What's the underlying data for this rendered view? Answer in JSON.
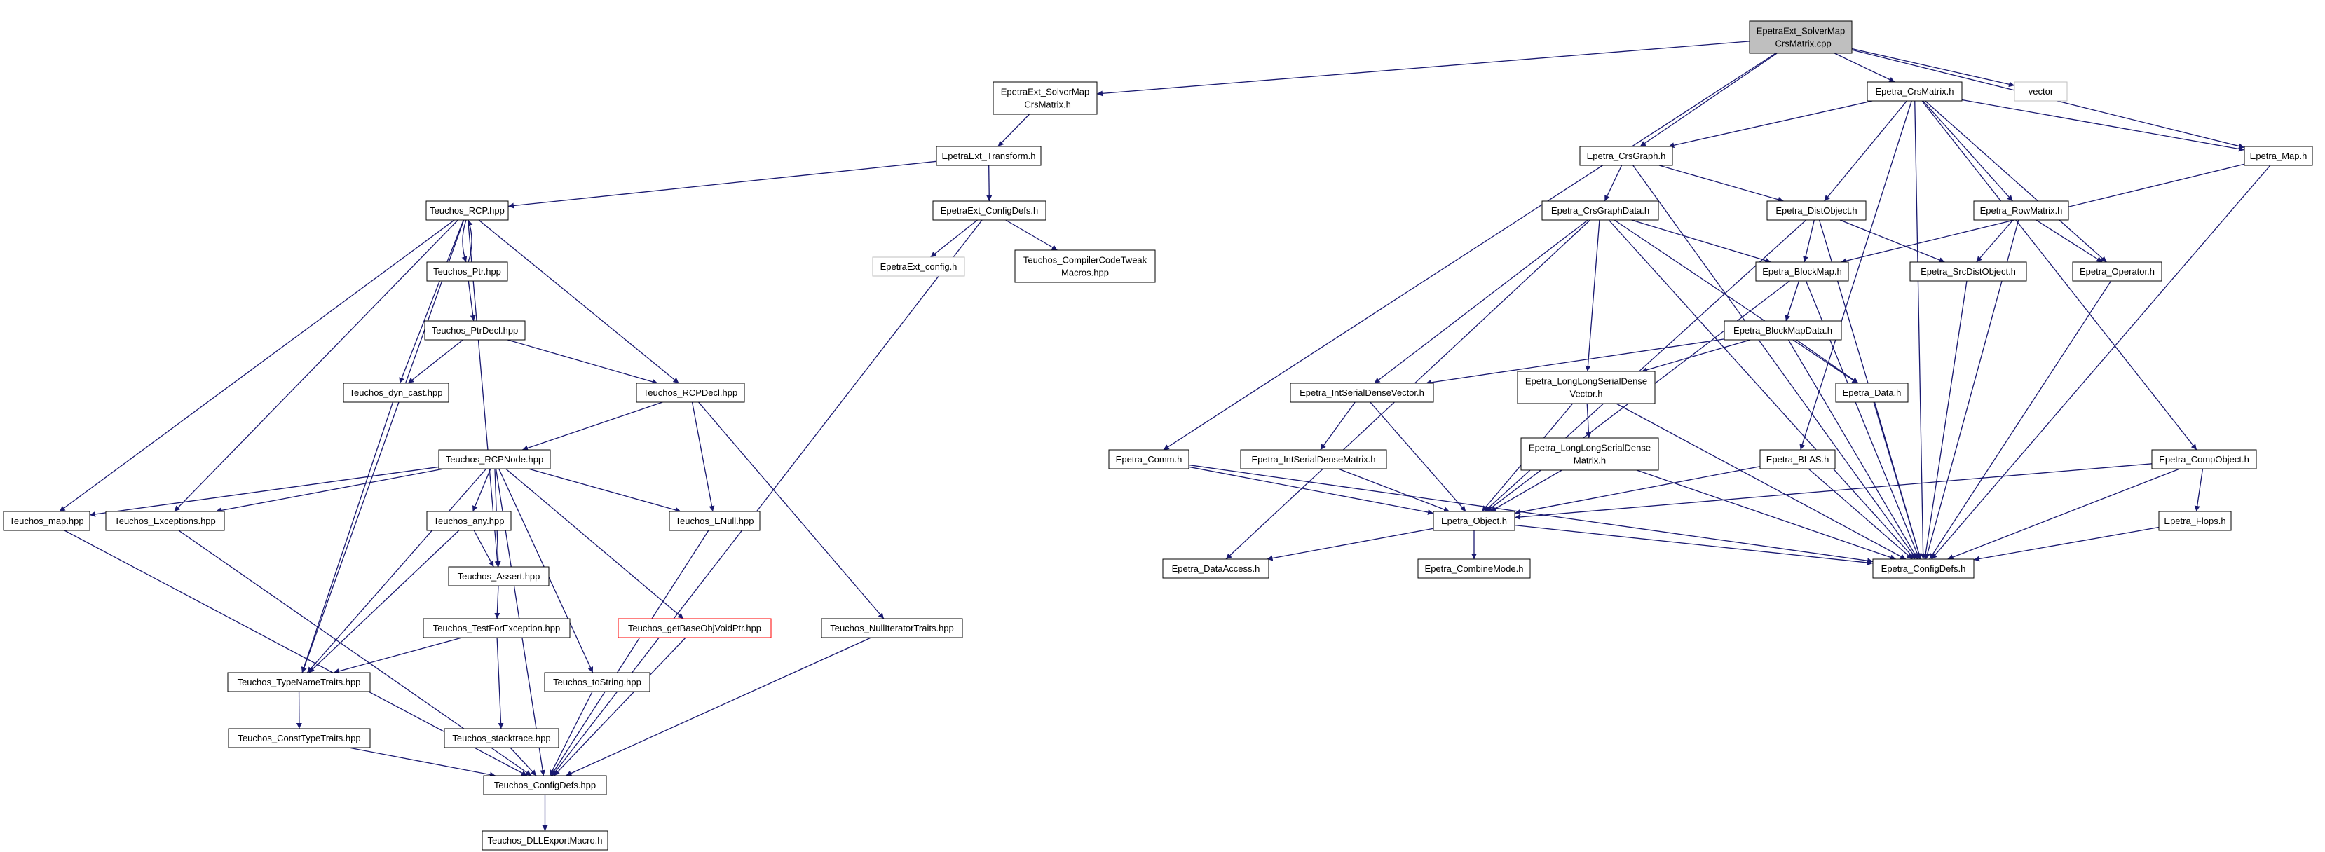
{
  "nodes": [
    {
      "id": "root",
      "lines": [
        "EpetraExt_SolverMap",
        "_CrsMatrix.cpp"
      ],
      "fill": "#bfbfbf",
      "stroke": "#000000",
      "text": "#000000"
    },
    {
      "id": "ext_solvermap_h",
      "lines": [
        "EpetraExt_SolverMap",
        "_CrsMatrix.h"
      ],
      "fill": "#ffffff",
      "stroke": "#000000",
      "text": "#000000"
    },
    {
      "id": "ext_transform",
      "lines": [
        "EpetraExt_Transform.h"
      ],
      "fill": "#ffffff",
      "stroke": "#000000",
      "text": "#000000"
    },
    {
      "id": "ext_configdefs",
      "lines": [
        "EpetraExt_ConfigDefs.h"
      ],
      "fill": "#ffffff",
      "stroke": "#000000",
      "text": "#000000"
    },
    {
      "id": "ext_config",
      "lines": [
        "EpetraExt_config.h"
      ],
      "fill": "#ffffff",
      "stroke": "#bfbfbf",
      "text": "#7f7f7f"
    },
    {
      "id": "teuchos_compiler",
      "lines": [
        "Teuchos_CompilerCodeTweak",
        "Macros.hpp"
      ],
      "fill": "#ffffff",
      "stroke": "#000000",
      "text": "#000000"
    },
    {
      "id": "teuchos_rcp",
      "lines": [
        "Teuchos_RCP.hpp"
      ],
      "fill": "#ffffff",
      "stroke": "#000000",
      "text": "#000000"
    },
    {
      "id": "teuchos_ptr",
      "lines": [
        "Teuchos_Ptr.hpp"
      ],
      "fill": "#ffffff",
      "stroke": "#000000",
      "text": "#000000"
    },
    {
      "id": "teuchos_ptrdecl",
      "lines": [
        "Teuchos_PtrDecl.hpp"
      ],
      "fill": "#ffffff",
      "stroke": "#000000",
      "text": "#000000"
    },
    {
      "id": "teuchos_dyncast",
      "lines": [
        "Teuchos_dyn_cast.hpp"
      ],
      "fill": "#ffffff",
      "stroke": "#000000",
      "text": "#000000"
    },
    {
      "id": "teuchos_rcpdecl",
      "lines": [
        "Teuchos_RCPDecl.hpp"
      ],
      "fill": "#ffffff",
      "stroke": "#000000",
      "text": "#000000"
    },
    {
      "id": "teuchos_rcpnode",
      "lines": [
        "Teuchos_RCPNode.hpp"
      ],
      "fill": "#ffffff",
      "stroke": "#000000",
      "text": "#000000"
    },
    {
      "id": "teuchos_map",
      "lines": [
        "Teuchos_map.hpp"
      ],
      "fill": "#ffffff",
      "stroke": "#000000",
      "text": "#000000"
    },
    {
      "id": "teuchos_exceptions",
      "lines": [
        "Teuchos_Exceptions.hpp"
      ],
      "fill": "#ffffff",
      "stroke": "#000000",
      "text": "#000000"
    },
    {
      "id": "teuchos_any",
      "lines": [
        "Teuchos_any.hpp"
      ],
      "fill": "#ffffff",
      "stroke": "#000000",
      "text": "#000000"
    },
    {
      "id": "teuchos_enull",
      "lines": [
        "Teuchos_ENull.hpp"
      ],
      "fill": "#ffffff",
      "stroke": "#000000",
      "text": "#000000"
    },
    {
      "id": "teuchos_assert",
      "lines": [
        "Teuchos_Assert.hpp"
      ],
      "fill": "#ffffff",
      "stroke": "#000000",
      "text": "#000000"
    },
    {
      "id": "teuchos_getbase",
      "lines": [
        "Teuchos_getBaseObjVoidPtr.hpp"
      ],
      "fill": "#ffffff",
      "stroke": "#ff0000",
      "text": "#000000"
    },
    {
      "id": "teuchos_testforexc",
      "lines": [
        "Teuchos_TestForException.hpp"
      ],
      "fill": "#ffffff",
      "stroke": "#000000",
      "text": "#000000"
    },
    {
      "id": "teuchos_nulliter",
      "lines": [
        "Teuchos_NullIteratorTraits.hpp"
      ],
      "fill": "#ffffff",
      "stroke": "#000000",
      "text": "#000000"
    },
    {
      "id": "teuchos_typename",
      "lines": [
        "Teuchos_TypeNameTraits.hpp"
      ],
      "fill": "#ffffff",
      "stroke": "#000000",
      "text": "#000000"
    },
    {
      "id": "teuchos_tostring",
      "lines": [
        "Teuchos_toString.hpp"
      ],
      "fill": "#ffffff",
      "stroke": "#000000",
      "text": "#000000"
    },
    {
      "id": "teuchos_consttype",
      "lines": [
        "Teuchos_ConstTypeTraits.hpp"
      ],
      "fill": "#ffffff",
      "stroke": "#000000",
      "text": "#000000"
    },
    {
      "id": "teuchos_stacktrace",
      "lines": [
        "Teuchos_stacktrace.hpp"
      ],
      "fill": "#ffffff",
      "stroke": "#000000",
      "text": "#000000"
    },
    {
      "id": "teuchos_configdefs",
      "lines": [
        "Teuchos_ConfigDefs.hpp"
      ],
      "fill": "#ffffff",
      "stroke": "#000000",
      "text": "#000000"
    },
    {
      "id": "teuchos_dllexport",
      "lines": [
        "Teuchos_DLLExportMacro.h"
      ],
      "fill": "#ffffff",
      "stroke": "#000000",
      "text": "#000000"
    },
    {
      "id": "epetra_crsmatrix",
      "lines": [
        "Epetra_CrsMatrix.h"
      ],
      "fill": "#ffffff",
      "stroke": "#000000",
      "text": "#000000"
    },
    {
      "id": "vector",
      "lines": [
        "vector"
      ],
      "fill": "#ffffff",
      "stroke": "#bfbfbf",
      "text": "#7f7f7f"
    },
    {
      "id": "epetra_crsgraph",
      "lines": [
        "Epetra_CrsGraph.h"
      ],
      "fill": "#ffffff",
      "stroke": "#000000",
      "text": "#000000"
    },
    {
      "id": "epetra_map",
      "lines": [
        "Epetra_Map.h"
      ],
      "fill": "#ffffff",
      "stroke": "#000000",
      "text": "#000000"
    },
    {
      "id": "epetra_crsgraphdata",
      "lines": [
        "Epetra_CrsGraphData.h"
      ],
      "fill": "#ffffff",
      "stroke": "#000000",
      "text": "#000000"
    },
    {
      "id": "epetra_distobject",
      "lines": [
        "Epetra_DistObject.h"
      ],
      "fill": "#ffffff",
      "stroke": "#000000",
      "text": "#000000"
    },
    {
      "id": "epetra_rowmatrix",
      "lines": [
        "Epetra_RowMatrix.h"
      ],
      "fill": "#ffffff",
      "stroke": "#000000",
      "text": "#000000"
    },
    {
      "id": "epetra_blockmap",
      "lines": [
        "Epetra_BlockMap.h"
      ],
      "fill": "#ffffff",
      "stroke": "#000000",
      "text": "#000000"
    },
    {
      "id": "epetra_srcdistobject",
      "lines": [
        "Epetra_SrcDistObject.h"
      ],
      "fill": "#ffffff",
      "stroke": "#000000",
      "text": "#000000"
    },
    {
      "id": "epetra_operator",
      "lines": [
        "Epetra_Operator.h"
      ],
      "fill": "#ffffff",
      "stroke": "#000000",
      "text": "#000000"
    },
    {
      "id": "epetra_blockmapdata",
      "lines": [
        "Epetra_BlockMapData.h"
      ],
      "fill": "#ffffff",
      "stroke": "#000000",
      "text": "#000000"
    },
    {
      "id": "epetra_intserialdensevector",
      "lines": [
        "Epetra_IntSerialDenseVector.h"
      ],
      "fill": "#ffffff",
      "stroke": "#000000",
      "text": "#000000"
    },
    {
      "id": "epetra_longlongvector",
      "lines": [
        "Epetra_LongLongSerialDense",
        "Vector.h"
      ],
      "fill": "#ffffff",
      "stroke": "#000000",
      "text": "#000000"
    },
    {
      "id": "epetra_data",
      "lines": [
        "Epetra_Data.h"
      ],
      "fill": "#ffffff",
      "stroke": "#000000",
      "text": "#000000"
    },
    {
      "id": "epetra_comm",
      "lines": [
        "Epetra_Comm.h"
      ],
      "fill": "#ffffff",
      "stroke": "#000000",
      "text": "#000000"
    },
    {
      "id": "epetra_intserialdensematrix",
      "lines": [
        "Epetra_IntSerialDenseMatrix.h"
      ],
      "fill": "#ffffff",
      "stroke": "#000000",
      "text": "#000000"
    },
    {
      "id": "epetra_longlongmatrix",
      "lines": [
        "Epetra_LongLongSerialDense",
        "Matrix.h"
      ],
      "fill": "#ffffff",
      "stroke": "#000000",
      "text": "#000000"
    },
    {
      "id": "epetra_blas",
      "lines": [
        "Epetra_BLAS.h"
      ],
      "fill": "#ffffff",
      "stroke": "#000000",
      "text": "#000000"
    },
    {
      "id": "epetra_compobject",
      "lines": [
        "Epetra_CompObject.h"
      ],
      "fill": "#ffffff",
      "stroke": "#000000",
      "text": "#000000"
    },
    {
      "id": "epetra_object",
      "lines": [
        "Epetra_Object.h"
      ],
      "fill": "#ffffff",
      "stroke": "#000000",
      "text": "#000000"
    },
    {
      "id": "epetra_flops",
      "lines": [
        "Epetra_Flops.h"
      ],
      "fill": "#ffffff",
      "stroke": "#000000",
      "text": "#000000"
    },
    {
      "id": "epetra_dataaccess",
      "lines": [
        "Epetra_DataAccess.h"
      ],
      "fill": "#ffffff",
      "stroke": "#000000",
      "text": "#000000"
    },
    {
      "id": "epetra_combinemode",
      "lines": [
        "Epetra_CombineMode.h"
      ],
      "fill": "#ffffff",
      "stroke": "#000000",
      "text": "#000000"
    },
    {
      "id": "epetra_configdefs",
      "lines": [
        "Epetra_ConfigDefs.h"
      ],
      "fill": "#ffffff",
      "stroke": "#000000",
      "text": "#000000"
    }
  ],
  "edges": [
    [
      "root",
      "ext_solvermap_h"
    ],
    [
      "root",
      "epetra_comm"
    ],
    [
      "root",
      "epetra_crsgraph"
    ],
    [
      "root",
      "epetra_crsmatrix"
    ],
    [
      "root",
      "vector"
    ],
    [
      "root",
      "epetra_map"
    ],
    [
      "ext_solvermap_h",
      "ext_transform"
    ],
    [
      "ext_transform",
      "teuchos_rcp"
    ],
    [
      "ext_transform",
      "ext_configdefs"
    ],
    [
      "ext_configdefs",
      "ext_config"
    ],
    [
      "ext_configdefs",
      "teuchos_compiler"
    ],
    [
      "ext_configdefs",
      "teuchos_configdefs"
    ],
    [
      "teuchos_rcp",
      "teuchos_ptr"
    ],
    [
      "teuchos_rcp",
      "teuchos_dyncast"
    ],
    [
      "teuchos_rcp",
      "teuchos_rcpdecl"
    ],
    [
      "teuchos_rcp",
      "teuchos_map"
    ],
    [
      "teuchos_rcp",
      "teuchos_exceptions"
    ],
    [
      "teuchos_rcp",
      "teuchos_typename"
    ],
    [
      "teuchos_rcp",
      "teuchos_assert"
    ],
    [
      "teuchos_ptr",
      "teuchos_rcp"
    ],
    [
      "teuchos_ptr",
      "teuchos_ptrdecl"
    ],
    [
      "teuchos_ptrdecl",
      "teuchos_dyncast"
    ],
    [
      "teuchos_ptrdecl",
      "teuchos_rcpdecl"
    ],
    [
      "teuchos_dyncast",
      "teuchos_typename"
    ],
    [
      "teuchos_rcpdecl",
      "teuchos_rcpnode"
    ],
    [
      "teuchos_rcpdecl",
      "teuchos_enull"
    ],
    [
      "teuchos_rcpdecl",
      "teuchos_nulliter"
    ],
    [
      "teuchos_rcpnode",
      "teuchos_map"
    ],
    [
      "teuchos_rcpnode",
      "teuchos_exceptions"
    ],
    [
      "teuchos_rcpnode",
      "teuchos_any"
    ],
    [
      "teuchos_rcpnode",
      "teuchos_assert"
    ],
    [
      "teuchos_rcpnode",
      "teuchos_enull"
    ],
    [
      "teuchos_rcpnode",
      "teuchos_getbase"
    ],
    [
      "teuchos_rcpnode",
      "teuchos_typename"
    ],
    [
      "teuchos_rcpnode",
      "teuchos_tostring"
    ],
    [
      "teuchos_rcpnode",
      "teuchos_configdefs"
    ],
    [
      "teuchos_any",
      "teuchos_assert"
    ],
    [
      "teuchos_any",
      "teuchos_typename"
    ],
    [
      "teuchos_assert",
      "teuchos_testforexc"
    ],
    [
      "teuchos_testforexc",
      "teuchos_typename"
    ],
    [
      "teuchos_testforexc",
      "teuchos_stacktrace"
    ],
    [
      "teuchos_typename",
      "teuchos_consttype"
    ],
    [
      "teuchos_map",
      "teuchos_configdefs"
    ],
    [
      "teuchos_exceptions",
      "teuchos_configdefs"
    ],
    [
      "teuchos_consttype",
      "teuchos_configdefs"
    ],
    [
      "teuchos_stacktrace",
      "teuchos_configdefs"
    ],
    [
      "teuchos_tostring",
      "teuchos_configdefs"
    ],
    [
      "teuchos_getbase",
      "teuchos_configdefs"
    ],
    [
      "teuchos_enull",
      "teuchos_configdefs"
    ],
    [
      "teuchos_nulliter",
      "teuchos_configdefs"
    ],
    [
      "teuchos_configdefs",
      "teuchos_dllexport"
    ],
    [
      "epetra_crsmatrix",
      "epetra_crsgraph"
    ],
    [
      "epetra_crsmatrix",
      "epetra_map"
    ],
    [
      "epetra_crsmatrix",
      "epetra_distobject"
    ],
    [
      "epetra_crsmatrix",
      "epetra_rowmatrix"
    ],
    [
      "epetra_crsmatrix",
      "epetra_operator"
    ],
    [
      "epetra_crsmatrix",
      "epetra_blas"
    ],
    [
      "epetra_crsmatrix",
      "epetra_compobject"
    ],
    [
      "epetra_crsmatrix",
      "epetra_configdefs"
    ],
    [
      "epetra_crsgraph",
      "epetra_crsgraphdata"
    ],
    [
      "epetra_crsgraph",
      "epetra_distobject"
    ],
    [
      "epetra_crsgraph",
      "epetra_configdefs"
    ],
    [
      "epetra_crsgraphdata",
      "epetra_blockmap"
    ],
    [
      "epetra_crsgraphdata",
      "epetra_data"
    ],
    [
      "epetra_crsgraphdata",
      "epetra_intserialdensevector"
    ],
    [
      "epetra_crsgraphdata",
      "epetra_longlongvector"
    ],
    [
      "epetra_crsgraphdata",
      "epetra_dataaccess"
    ],
    [
      "epetra_crsgraphdata",
      "epetra_configdefs"
    ],
    [
      "epetra_distobject",
      "epetra_blockmap"
    ],
    [
      "epetra_distobject",
      "epetra_srcdistobject"
    ],
    [
      "epetra_distobject",
      "epetra_object"
    ],
    [
      "epetra_distobject",
      "epetra_configdefs"
    ],
    [
      "epetra_rowmatrix",
      "epetra_srcdistobject"
    ],
    [
      "epetra_rowmatrix",
      "epetra_operator"
    ],
    [
      "epetra_rowmatrix",
      "epetra_configdefs"
    ],
    [
      "epetra_map",
      "epetra_blockmap"
    ],
    [
      "epetra_map",
      "epetra_configdefs"
    ],
    [
      "epetra_blockmap",
      "epetra_blockmapdata"
    ],
    [
      "epetra_blockmap",
      "epetra_object"
    ],
    [
      "epetra_blockmap",
      "epetra_configdefs"
    ],
    [
      "epetra_blockmapdata",
      "epetra_intserialdensevector"
    ],
    [
      "epetra_blockmapdata",
      "epetra_longlongvector"
    ],
    [
      "epetra_blockmapdata",
      "epetra_data"
    ],
    [
      "epetra_blockmapdata",
      "epetra_configdefs"
    ],
    [
      "epetra_srcdistobject",
      "epetra_configdefs"
    ],
    [
      "epetra_operator",
      "epetra_configdefs"
    ],
    [
      "epetra_data",
      "epetra_configdefs"
    ],
    [
      "epetra_intserialdensevector",
      "epetra_intserialdensematrix"
    ],
    [
      "epetra_intserialdensevector",
      "epetra_object"
    ],
    [
      "epetra_longlongvector",
      "epetra_longlongmatrix"
    ],
    [
      "epetra_longlongvector",
      "epetra_object"
    ],
    [
      "epetra_longlongvector",
      "epetra_configdefs"
    ],
    [
      "epetra_intserialdensematrix",
      "epetra_object"
    ],
    [
      "epetra_longlongmatrix",
      "epetra_object"
    ],
    [
      "epetra_longlongmatrix",
      "epetra_configdefs"
    ],
    [
      "epetra_comm",
      "epetra_object"
    ],
    [
      "epetra_comm",
      "epetra_configdefs"
    ],
    [
      "epetra_blas",
      "epetra_object"
    ],
    [
      "epetra_blas",
      "epetra_configdefs"
    ],
    [
      "epetra_compobject",
      "epetra_object"
    ],
    [
      "epetra_compobject",
      "epetra_flops"
    ],
    [
      "epetra_compobject",
      "epetra_configdefs"
    ],
    [
      "epetra_flops",
      "epetra_configdefs"
    ],
    [
      "epetra_object",
      "epetra_dataaccess"
    ],
    [
      "epetra_object",
      "epetra_combinemode"
    ],
    [
      "epetra_object",
      "epetra_configdefs"
    ]
  ],
  "colors": {
    "edge": "#191970",
    "background": "#ffffff"
  }
}
